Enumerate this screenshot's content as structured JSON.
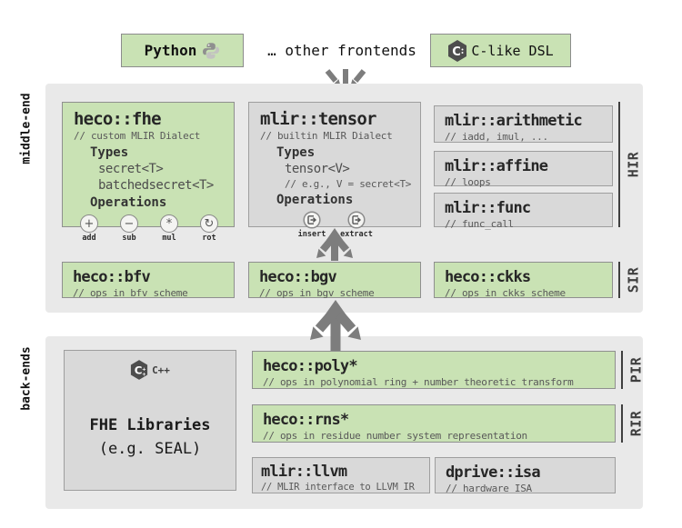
{
  "frontends": {
    "python_label": "Python",
    "other_label": "… other frontends",
    "dsl_label": "C-like DSL"
  },
  "middle_end": {
    "section_label": "middle-end",
    "hir_label": "HIR",
    "sir_label": "SIR",
    "fhe": {
      "title": "heco::fhe",
      "comment": "// custom MLIR Dialect",
      "types_header": "Types",
      "types": [
        "secret<T>",
        "batchedsecret<T>"
      ],
      "ops_header": "Operations",
      "ops": [
        {
          "icon": "plus-circle-icon",
          "glyph": "+",
          "label": "add"
        },
        {
          "icon": "minus-circle-icon",
          "glyph": "−",
          "label": "sub"
        },
        {
          "icon": "asterisk-circle-icon",
          "glyph": "*",
          "label": "mul"
        },
        {
          "icon": "rotate-circle-icon",
          "glyph": "↻",
          "label": "rot"
        }
      ]
    },
    "tensor": {
      "title": "mlir::tensor",
      "comment": "// builtin MLIR Dialect",
      "types_header": "Types",
      "types": [
        "tensor<V>"
      ],
      "type_comment": "// e.g., V = secret<T>",
      "ops_header": "Operations",
      "ops": [
        {
          "icon": "insert-icon",
          "label": "insert"
        },
        {
          "icon": "extract-icon",
          "label": "extract"
        }
      ]
    },
    "hir_boxes": [
      {
        "title": "mlir::arithmetic",
        "comment": "// iadd, imul, ..."
      },
      {
        "title": "mlir::affine",
        "comment": "// loops"
      },
      {
        "title": "mlir::func",
        "comment": "// func_call"
      }
    ],
    "sir_boxes": [
      {
        "title": "heco::bfv",
        "comment": "// ops in bfv scheme"
      },
      {
        "title": "heco::bgv",
        "comment": "// ops in bgv scheme"
      },
      {
        "title": "heco::ckks",
        "comment": "// ops in ckks scheme"
      }
    ]
  },
  "back_ends": {
    "section_label": "back-ends",
    "pir_label": "PIR",
    "rir_label": "RIR",
    "library": {
      "logo_label": "C++",
      "title": "FHE Libraries",
      "subtitle": "(e.g. SEAL)"
    },
    "poly": {
      "title": "heco::poly*",
      "comment": "// ops in polynomial ring + number theoretic transform"
    },
    "rns": {
      "title": "heco::rns*",
      "comment": "// ops in residue number system representation"
    },
    "bottom_boxes": [
      {
        "title": "mlir::llvm",
        "comment": "// MLIR interface to LLVM IR"
      },
      {
        "title": "dprive::isa",
        "comment": "// hardware ISA"
      }
    ]
  },
  "colors": {
    "green_fill": "#c9e2b4",
    "gray_fill": "#d9d9d9",
    "container_fill": "#e9e9e9",
    "arrow_gray": "#7d7d7d",
    "title_text": "#262626",
    "comment_text": "#595959"
  }
}
